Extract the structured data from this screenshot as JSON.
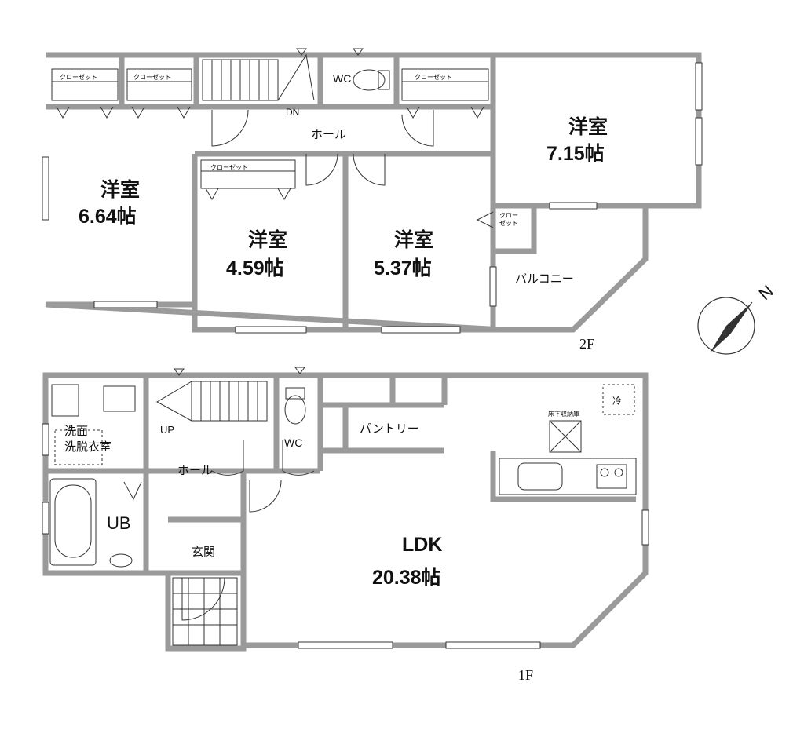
{
  "floor2": {
    "label": "2F",
    "rooms": [
      {
        "name": "洋室",
        "size": "6.64帖"
      },
      {
        "name": "洋室",
        "size": "4.59帖"
      },
      {
        "name": "洋室",
        "size": "5.37帖"
      },
      {
        "name": "洋室",
        "size": "7.15帖"
      }
    ],
    "hall": "ホール",
    "stairs": "DN",
    "wc": "WC",
    "balcony": "バルコニー",
    "closets": [
      "クローゼット",
      "クローゼット",
      "クローゼット",
      "クローゼット"
    ],
    "small_closet": "クローゼット"
  },
  "floor1": {
    "label": "1F",
    "ldk": {
      "name": "LDK",
      "size": "20.38帖"
    },
    "washroom": "洗面\n洗脱衣室",
    "bath": "UB",
    "hall": "ホール",
    "stairs": "UP",
    "wc": "WC",
    "pantry": "パントリー",
    "entrance": "玄関",
    "underfloor": "床下収納庫",
    "fridge": "冷"
  },
  "compass": {
    "north": "N"
  }
}
